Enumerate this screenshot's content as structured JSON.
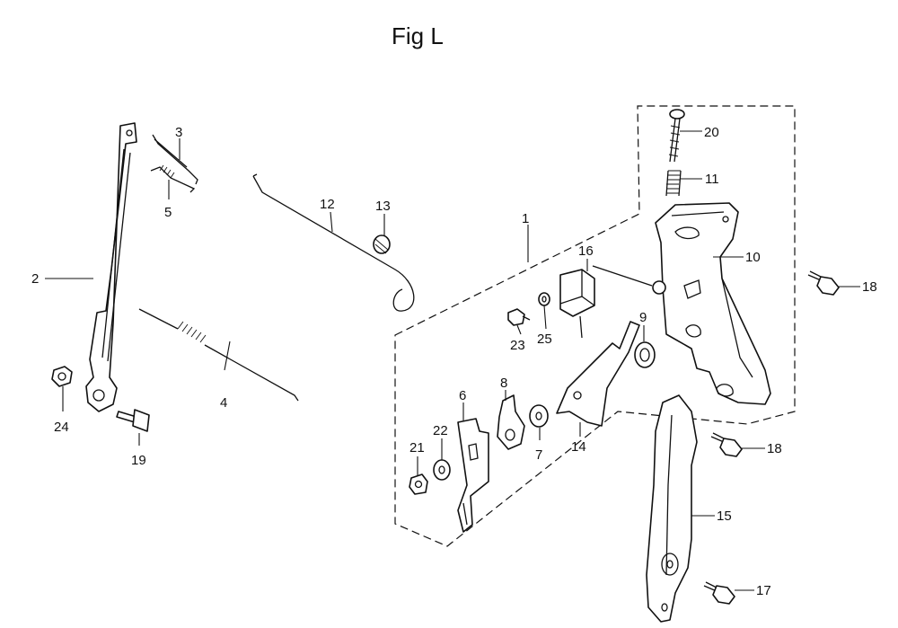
{
  "figure": {
    "title": "Fig L"
  },
  "callouts": [
    {
      "id": "c1",
      "label": "1"
    },
    {
      "id": "c2",
      "label": "2"
    },
    {
      "id": "c3",
      "label": "3"
    },
    {
      "id": "c4",
      "label": "4"
    },
    {
      "id": "c5",
      "label": "5"
    },
    {
      "id": "c6",
      "label": "6"
    },
    {
      "id": "c7",
      "label": "7"
    },
    {
      "id": "c8",
      "label": "8"
    },
    {
      "id": "c9",
      "label": "9"
    },
    {
      "id": "c10",
      "label": "10"
    },
    {
      "id": "c11",
      "label": "11"
    },
    {
      "id": "c12",
      "label": "12"
    },
    {
      "id": "c13",
      "label": "13"
    },
    {
      "id": "c14",
      "label": "14"
    },
    {
      "id": "c15",
      "label": "15"
    },
    {
      "id": "c16",
      "label": "16"
    },
    {
      "id": "c17",
      "label": "17"
    },
    {
      "id": "c18a",
      "label": "18"
    },
    {
      "id": "c18b",
      "label": "18"
    },
    {
      "id": "c19",
      "label": "19"
    },
    {
      "id": "c20",
      "label": "20"
    },
    {
      "id": "c21",
      "label": "21"
    },
    {
      "id": "c22",
      "label": "22"
    },
    {
      "id": "c23",
      "label": "23"
    },
    {
      "id": "c24",
      "label": "24"
    },
    {
      "id": "c25",
      "label": "25"
    }
  ]
}
